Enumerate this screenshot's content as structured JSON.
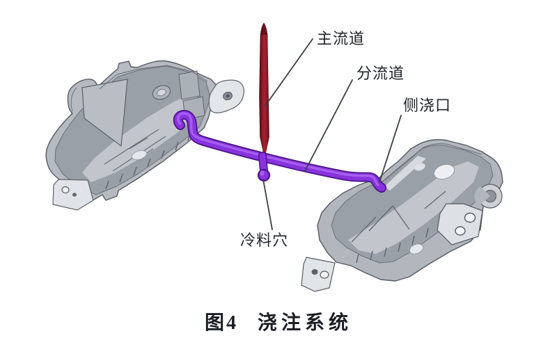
{
  "figure": {
    "caption": {
      "label": "图4",
      "title": "浇注系统"
    }
  },
  "annotations": {
    "main_runner": {
      "label": "主流道"
    },
    "branch_runner": {
      "label": "分流道"
    },
    "side_gate": {
      "label": "侧浇口"
    },
    "cold_slug_well": {
      "label": "冷料穴"
    }
  },
  "colors": {
    "background": "#ffffff",
    "sprue_red": "#a32433",
    "sprue_red_dark": "#4f0a13",
    "runner_purple": "#8833dd",
    "runner_purple_dark": "#4c1486",
    "runner_highlight": "#aa66f2",
    "part_gray": "#b6bac1",
    "part_gray_dark": "#9aa0a8",
    "leader_line": "#383d44",
    "text": "#1f2328"
  }
}
